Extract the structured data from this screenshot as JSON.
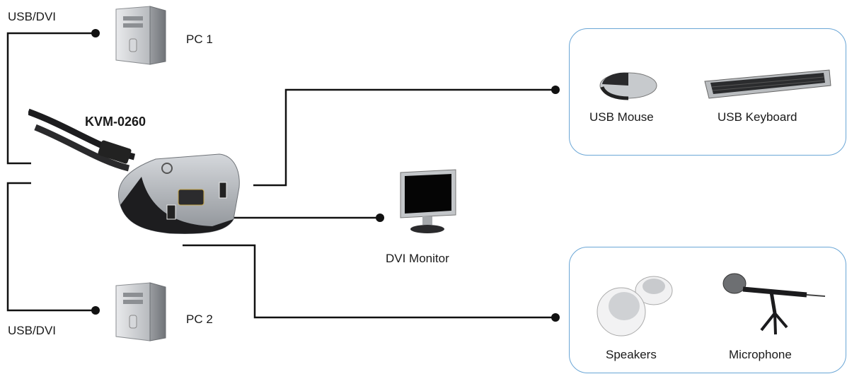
{
  "labels": {
    "usb_dvi_top": "USB/DVI",
    "usb_dvi_bottom": "USB/DVI",
    "pc1": "PC 1",
    "pc2": "PC 2",
    "kvm": "KVM-0260",
    "usb_mouse": "USB Mouse",
    "usb_keyboard": "USB Keyboard",
    "dvi_monitor": "DVI Monitor",
    "speakers": "Speakers",
    "microphone": "Microphone"
  },
  "colors": {
    "line": "#111111",
    "box_border": "#6aa6d6",
    "kvm_body": "#a9adb2",
    "kvm_base": "#1d1d1f"
  },
  "icons": [
    "pc-tower-icon",
    "kvm-switch-icon",
    "mouse-icon",
    "keyboard-icon",
    "monitor-icon",
    "speakers-icon",
    "microphone-icon"
  ]
}
